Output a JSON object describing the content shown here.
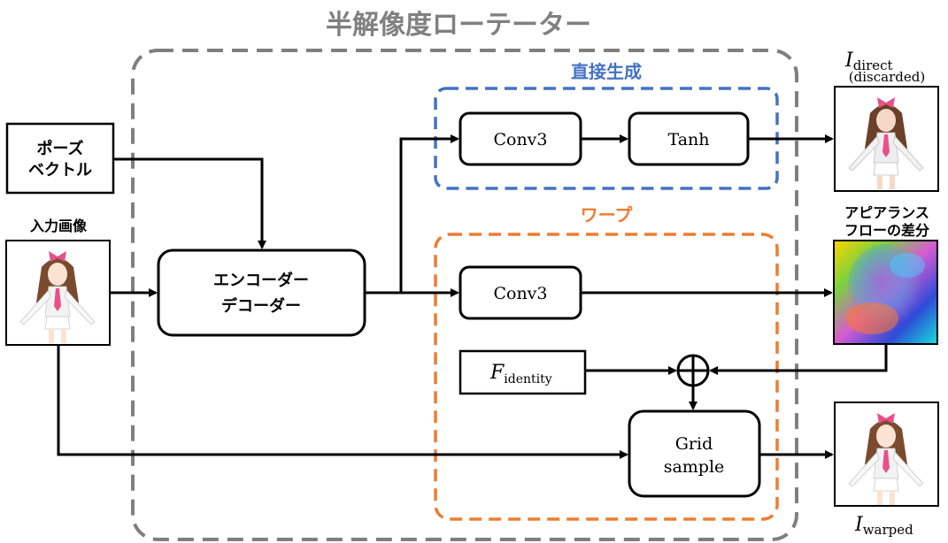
{
  "title": "半解像度ローテーター",
  "groups": {
    "direct": "直接生成",
    "warp": "ワープ"
  },
  "inputs": {
    "pose_line1": "ポーズ",
    "pose_line2": "ベクトル",
    "image_label": "入力画像"
  },
  "encoder_decoder": {
    "line1": "エンコーダー",
    "line2": "デコーダー"
  },
  "blocks": {
    "conv3_direct": "Conv3",
    "tanh": "Tanh",
    "conv3_warp": "Conv3",
    "f_identity_main": "F",
    "f_identity_sub": "identity",
    "grid_line1": "Grid",
    "grid_line2": "sample",
    "plus_symbol": "+"
  },
  "outputs": {
    "direct_main": "I",
    "direct_sub": "direct",
    "direct_note": "(discarded)",
    "flow_line1": "アピアランス",
    "flow_line2": "フローの差分",
    "warped_main": "I",
    "warped_sub": "warped"
  },
  "colors": {
    "outer_dash": "#7f7f7f",
    "blue": "#4472c4",
    "orange": "#ed7d31",
    "title": "#808080"
  }
}
